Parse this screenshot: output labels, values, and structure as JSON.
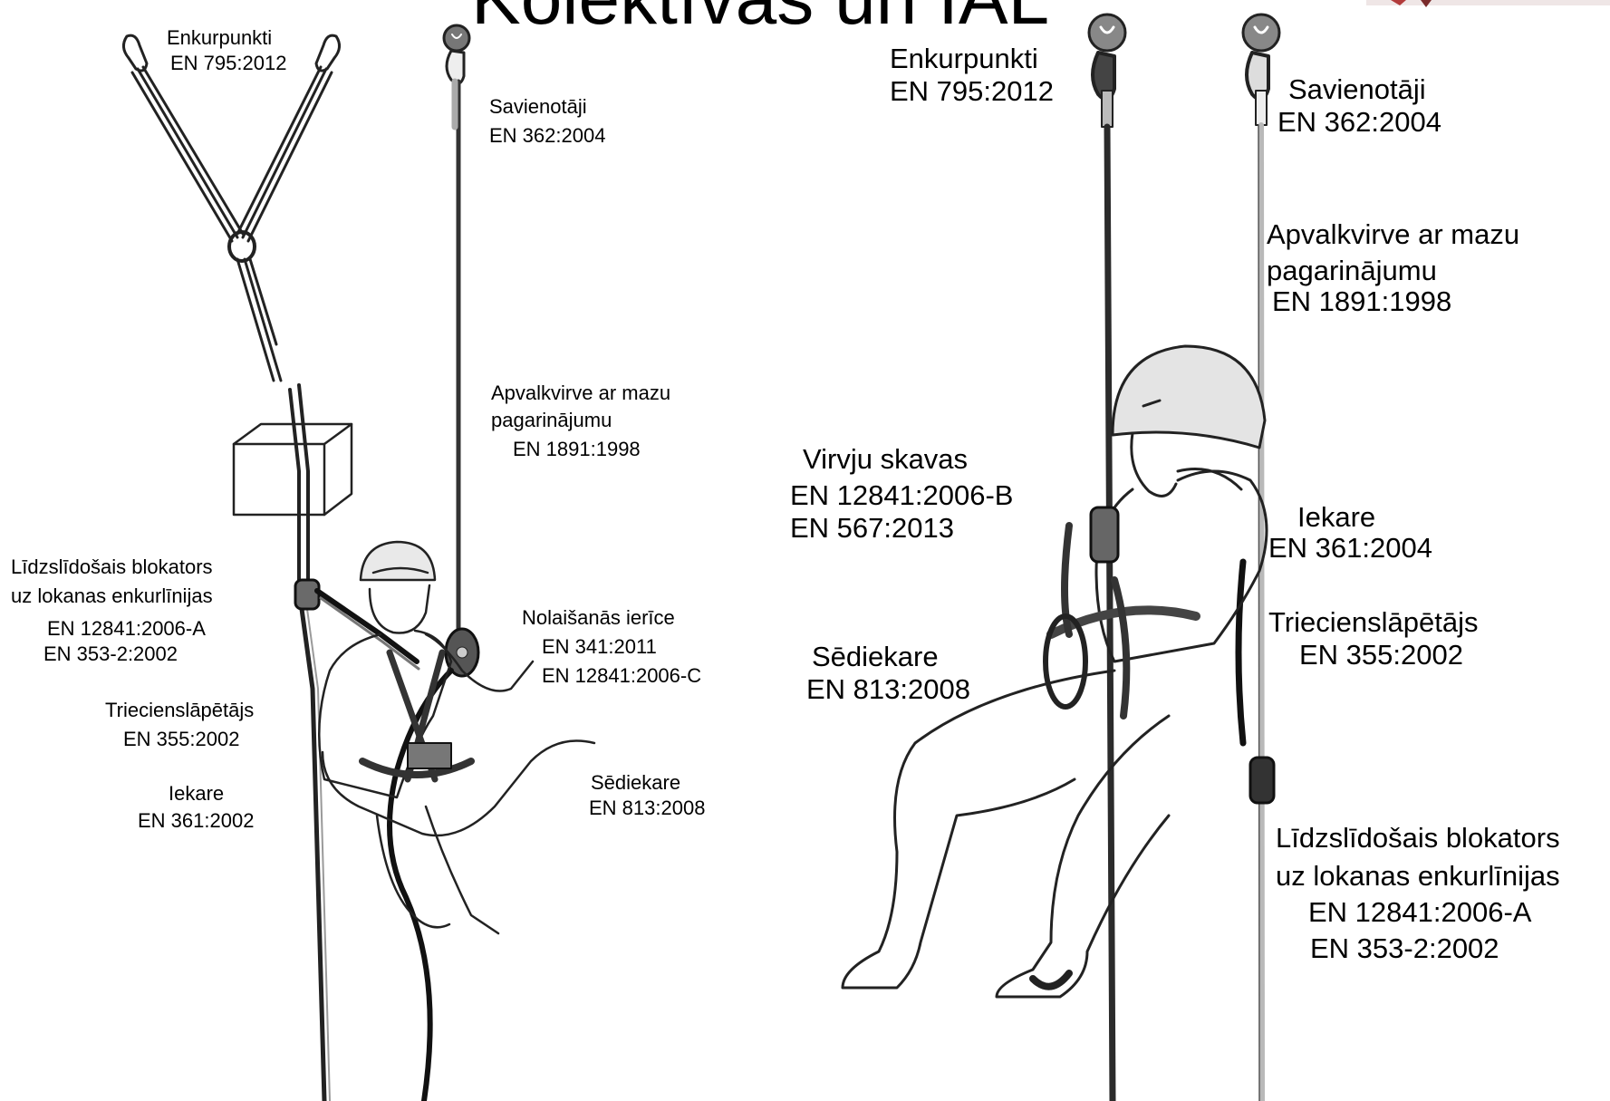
{
  "title": "Kolektīvās un IAL",
  "left_panel": {
    "anchor": {
      "name": "Enkurpunkti",
      "standard": "EN 795:2012"
    },
    "connectors": {
      "name": "Savienotāji",
      "standard": "EN 362:2004"
    },
    "rope": {
      "line1": "Apvalkvirve ar mazu",
      "line2": "pagarinājumu",
      "standard": "EN 1891:1998"
    },
    "backup_device": {
      "line1": "Līdzslīdošais blokators",
      "line2": "uz lokanas enkurlīnijas",
      "standard1": "EN 12841:2006-A",
      "standard2": "EN 353-2:2002"
    },
    "descender": {
      "name": "Nolaišanās ierīce",
      "standard1": "EN 341:2011",
      "standard2": "EN 12841:2006-C"
    },
    "absorber": {
      "name": "Triecienslāpētājs",
      "standard": "EN 355:2002"
    },
    "harness": {
      "name": "Iekare",
      "standard": "EN 361:2002"
    },
    "seat_harness": {
      "name": "Sēdiekare",
      "standard": "EN 813:2008"
    }
  },
  "right_panel": {
    "anchor": {
      "name": "Enkurpunkti",
      "standard": "EN 795:2012"
    },
    "connectors": {
      "name": "Savienotāji",
      "standard": "EN 362:2004"
    },
    "rope": {
      "line1": "Apvalkvirve ar mazu",
      "line2": "pagarinājumu",
      "standard": "EN 1891:1998"
    },
    "rope_clamps": {
      "name": "Virvju skavas",
      "standard1": "EN 12841:2006-B",
      "standard2": "EN 567:2013"
    },
    "harness": {
      "name": "Iekare",
      "standard": "EN 361:2004"
    },
    "absorber": {
      "name": "Triecienslāpētājs",
      "standard": "EN 355:2002"
    },
    "seat_harness": {
      "name": "Sēdiekare",
      "standard": "EN 813:2008"
    },
    "backup_device": {
      "line1": "Līdzslīdošais blokators",
      "line2": "uz lokanas enkurlīnijas",
      "standard1": "EN 12841:2006-A",
      "standard2": "EN 353-2:2002"
    }
  },
  "colors": {
    "ink": "#222222",
    "grey_device": "#8a8a8a",
    "rope_light": "#bdbdbd"
  }
}
